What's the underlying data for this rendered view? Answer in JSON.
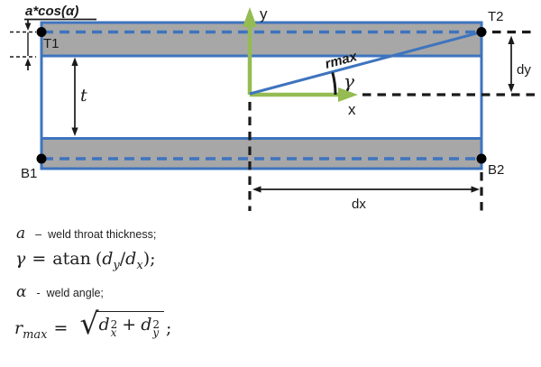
{
  "diagram": {
    "labels": {
      "acos": "a*cos(α)",
      "t": "t",
      "T1": "T1",
      "T2": "T2",
      "B1": "B1",
      "B2": "B2",
      "y_axis": "y",
      "x_axis": "x",
      "rmax": "rmax",
      "gamma": "γ",
      "dy": "dy",
      "dx": "dx"
    },
    "colors": {
      "plate_blue": "#3E74BE",
      "axis_green": "#94BC52",
      "weld_gray": "#A7A7A7",
      "line_black": "#1A1A1A"
    }
  },
  "definitions": {
    "a_def": {
      "symbol": "a",
      "dash": "–",
      "text": "weld throat thickness;"
    },
    "gamma_formula": {
      "gamma": "γ",
      "equals": "=",
      "atan": "atan",
      "open": "(",
      "d1": "d",
      "d1_sub": "y",
      "slash": "/",
      "d2": "d",
      "d2_sub": "x",
      "close": ");"
    },
    "alpha_def": {
      "symbol": "α",
      "dash": "-",
      "text": "weld angle;"
    },
    "rmax_formula": {
      "r": "r",
      "r_sub": "max",
      "equals": "=",
      "radical": "√",
      "d1": "d",
      "d1_sup": "2",
      "d1_sub": "x",
      "plus": "+",
      "d2": "d",
      "d2_sup": "2",
      "d2_sub": "y",
      "semicolon": ";"
    }
  }
}
